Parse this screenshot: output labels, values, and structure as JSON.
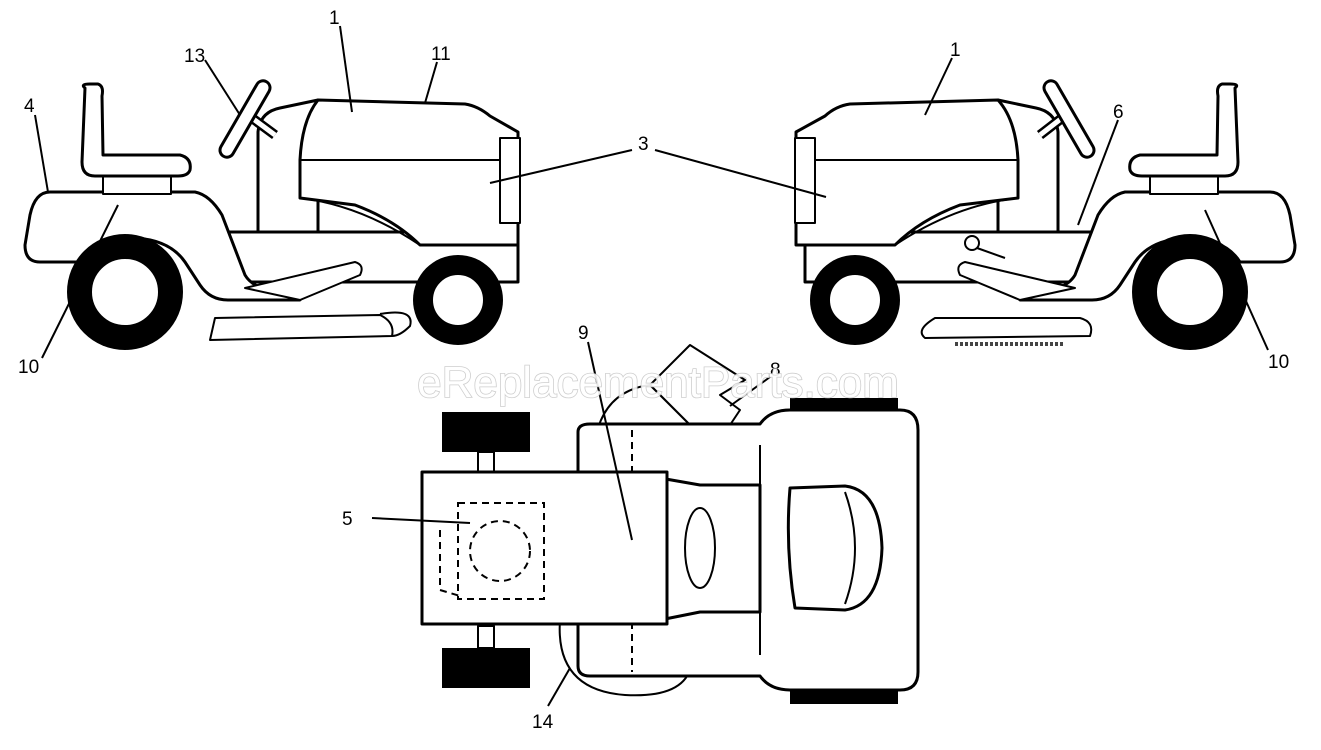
{
  "callouts": {
    "left_1": "1",
    "left_13": "13",
    "left_11": "11",
    "left_4": "4",
    "left_10": "10",
    "shared_3": "3",
    "right_1": "1",
    "right_6": "6",
    "right_10": "10",
    "top_9": "9",
    "top_8": "8",
    "top_5": "5",
    "top_14": "14"
  },
  "watermark": "eReplacementParts.com",
  "colors": {
    "line": "#000000",
    "background": "#ffffff",
    "watermark_outline": "#c9c9c9"
  }
}
